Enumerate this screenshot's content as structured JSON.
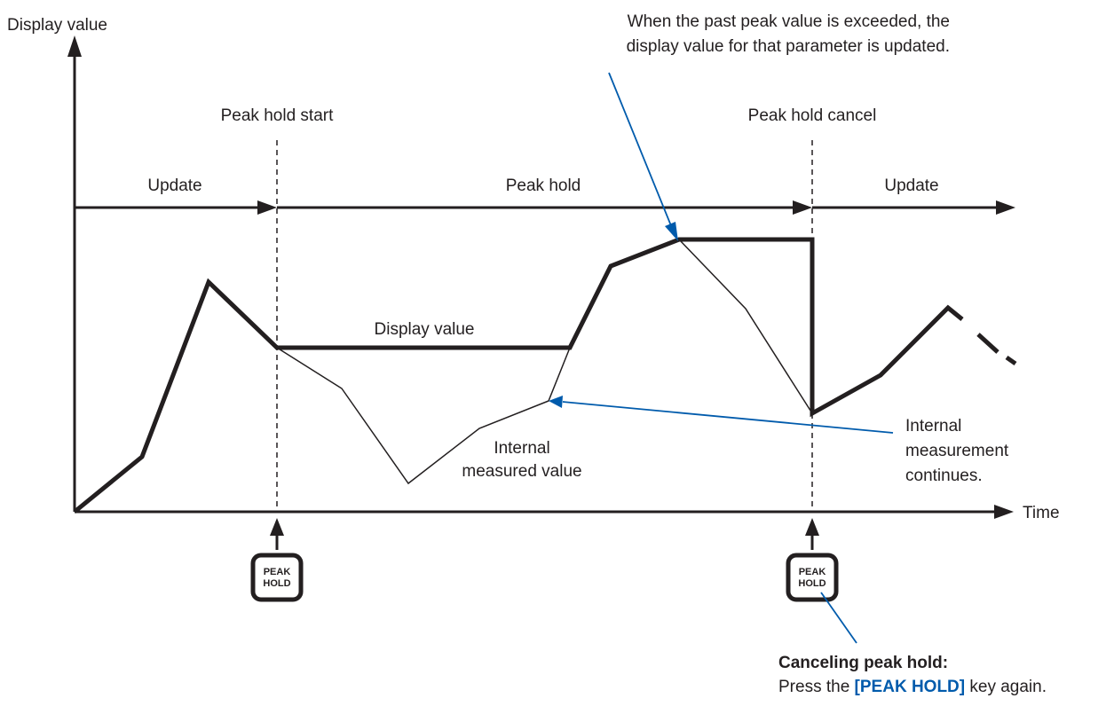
{
  "axes": {
    "y_label": "Display value",
    "x_label": "Time"
  },
  "phases": {
    "start_marker": "Peak hold start",
    "cancel_marker": "Peak hold cancel",
    "update_1": "Update",
    "peak_hold": "Peak hold",
    "update_2": "Update"
  },
  "annotations": {
    "exceeded_line1": "When the past peak value is exceeded, the",
    "exceeded_line2": "display value for that parameter is updated.",
    "display_value": "Display value",
    "internal_value_line1": "Internal",
    "internal_value_line2": "measured value",
    "continues_line1": "Internal",
    "continues_line2": "measurement",
    "continues_line3": "continues."
  },
  "keys": {
    "key_line1": "PEAK",
    "key_line2": "HOLD"
  },
  "cancel_note": {
    "title": "Canceling peak hold:",
    "prefix": "Press the ",
    "key": "[PEAK HOLD]",
    "suffix": " key again."
  },
  "colors": {
    "line": "#231f20",
    "accent": "#005bac"
  }
}
